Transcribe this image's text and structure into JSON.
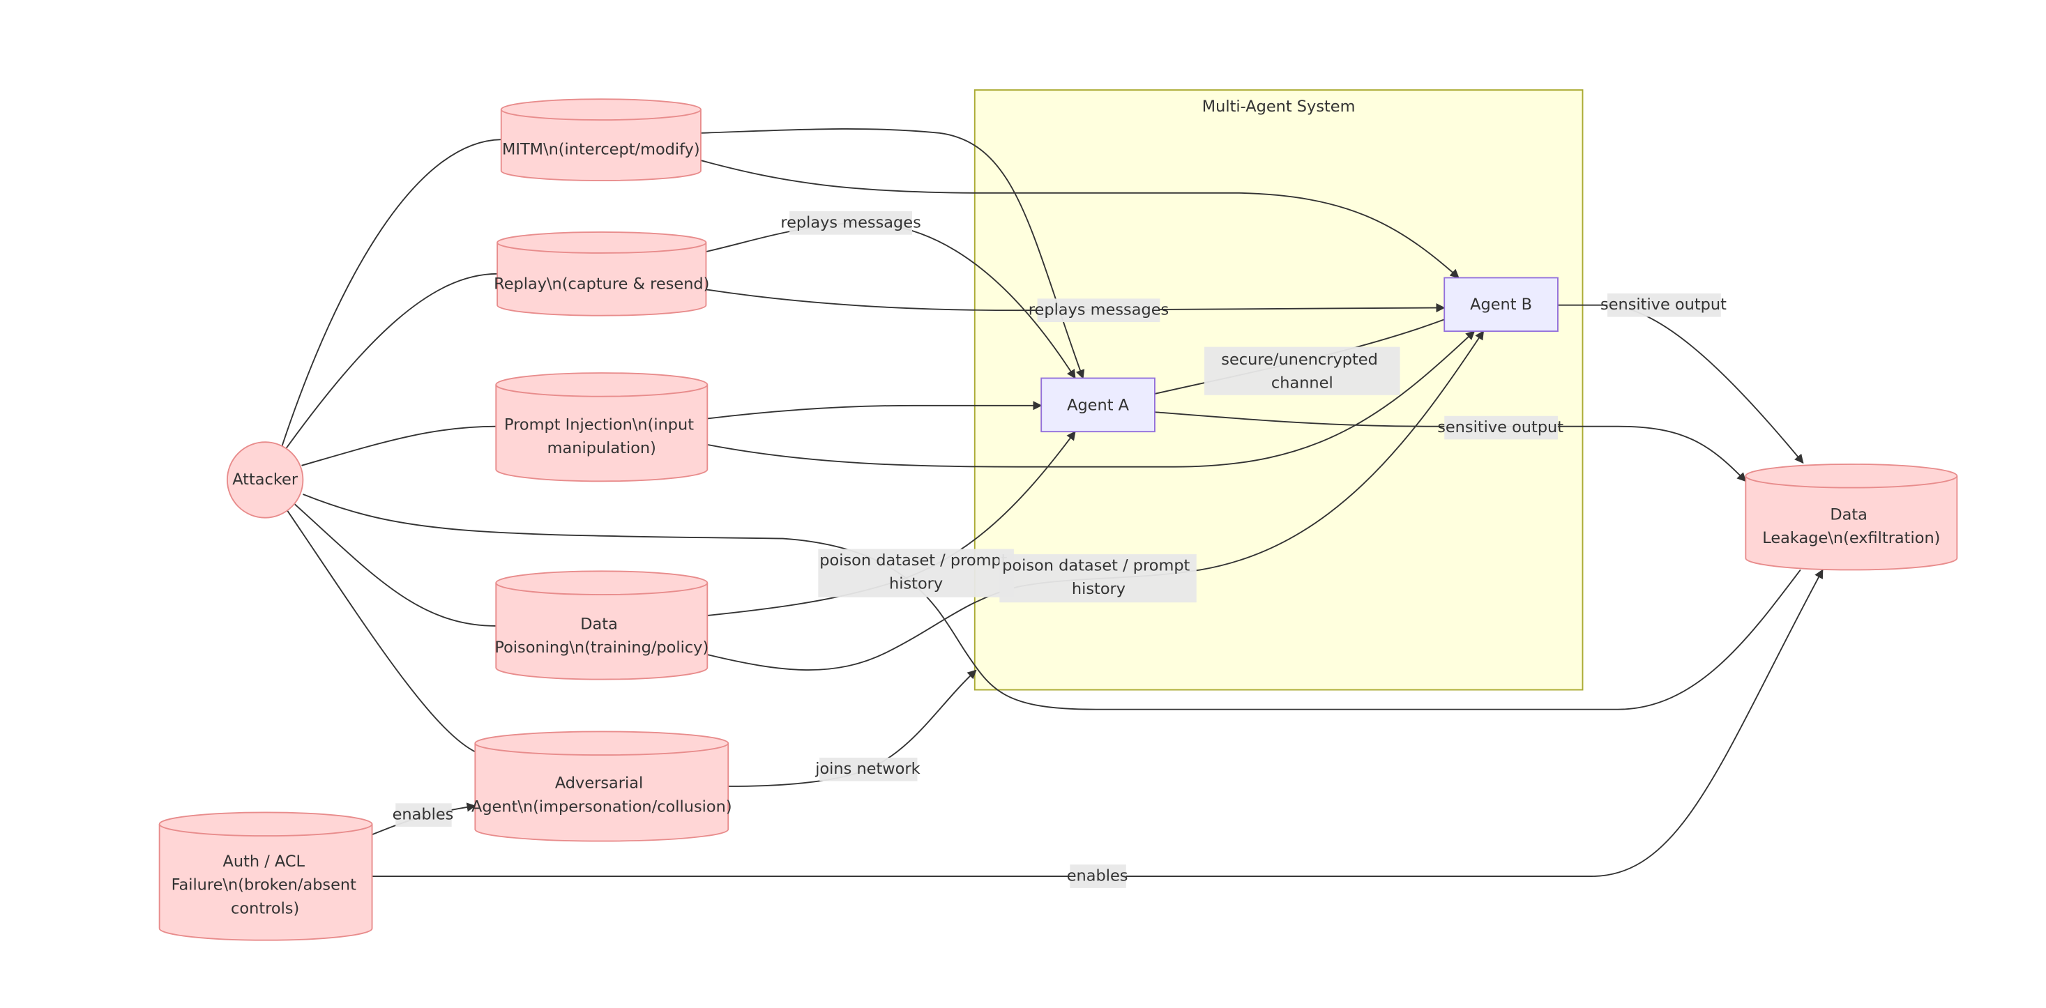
{
  "cluster": {
    "title": "Multi-Agent System"
  },
  "nodes": {
    "attacker": {
      "lines": [
        "Attacker"
      ]
    },
    "mitm": {
      "lines": [
        "MITM\\n(intercept/modify)"
      ]
    },
    "replay": {
      "lines": [
        "Replay\\n(capture & resend)"
      ]
    },
    "prompt_injection": {
      "lines": [
        "Prompt Injection\\n(input",
        "manipulation)"
      ]
    },
    "data_poisoning": {
      "lines": [
        "Data",
        "Poisoning\\n(training/policy)"
      ]
    },
    "adversarial": {
      "lines": [
        "Adversarial",
        "Agent\\n(impersonation/collusion)"
      ]
    },
    "auth": {
      "lines": [
        "Auth / ACL",
        "Failure\\n(broken/absent",
        "controls)"
      ]
    },
    "agent_a": {
      "lines": [
        "Agent A"
      ]
    },
    "agent_b": {
      "lines": [
        "Agent B"
      ]
    },
    "leakage": {
      "lines": [
        "Data",
        "Leakage\\n(exfiltration)"
      ]
    }
  },
  "edge_labels": {
    "replay_a": [
      "replays messages"
    ],
    "replay_b": [
      "replays messages"
    ],
    "a_b": [
      "secure/unencrypted",
      "channel"
    ],
    "a_leak": [
      "sensitive output"
    ],
    "b_leak": [
      "sensitive output"
    ],
    "poison_a": [
      "poison dataset / prompt",
      "history"
    ],
    "poison_b": [
      "poison dataset / prompt",
      "history"
    ],
    "adv_join": [
      "joins network"
    ],
    "auth_adv": [
      "enables"
    ],
    "auth_leak": [
      "enables"
    ]
  },
  "colors": {
    "threat_fill": "#ffd6d6",
    "threat_stroke": "#e88c8c",
    "agent_fill": "#ececff",
    "agent_stroke": "#9370db",
    "cluster_fill": "#ffffde",
    "cluster_stroke": "#aaaa33",
    "edge": "#333333",
    "label_bg": "#e8e8e8"
  }
}
